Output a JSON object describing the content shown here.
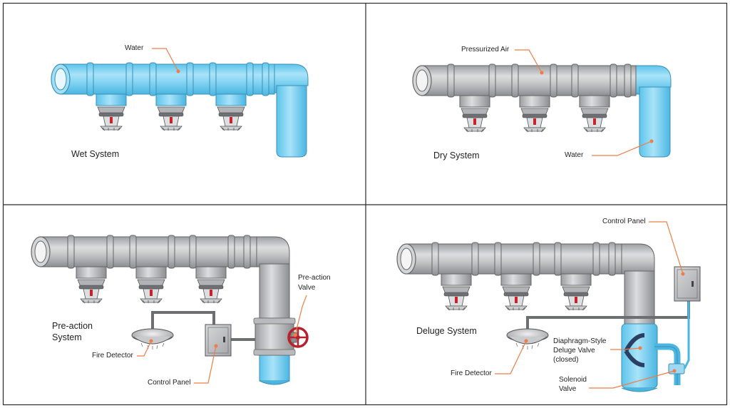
{
  "panels": {
    "wet": {
      "title": "Wet System",
      "water": "Water"
    },
    "dry": {
      "title": "Dry System",
      "air": "Pressurized Air",
      "water": "Water"
    },
    "preaction": {
      "title_line1": "Pre-action",
      "title_line2": "System",
      "valve_line1": "Pre-action",
      "valve_line2": "Valve",
      "fire_detector": "Fire Detector",
      "control_panel": "Control Panel"
    },
    "deluge": {
      "title": "Deluge System",
      "control_panel": "Control Panel",
      "diaphragm_line1": "Diaphragm-Style",
      "diaphragm_line2": "Deluge Valve",
      "diaphragm_line3": "(closed)",
      "solenoid_line1": "Solenoid",
      "solenoid_line2": "Valve",
      "fire_detector": "Fire Detector"
    }
  },
  "colors": {
    "water": "#7fd3f2",
    "pipe_gray": "#c4c5c7",
    "pipe_dark": "#9a9b9e",
    "leader": "#ef7d45",
    "valve_red": "#b8202c",
    "border": "#2b2b2b"
  }
}
